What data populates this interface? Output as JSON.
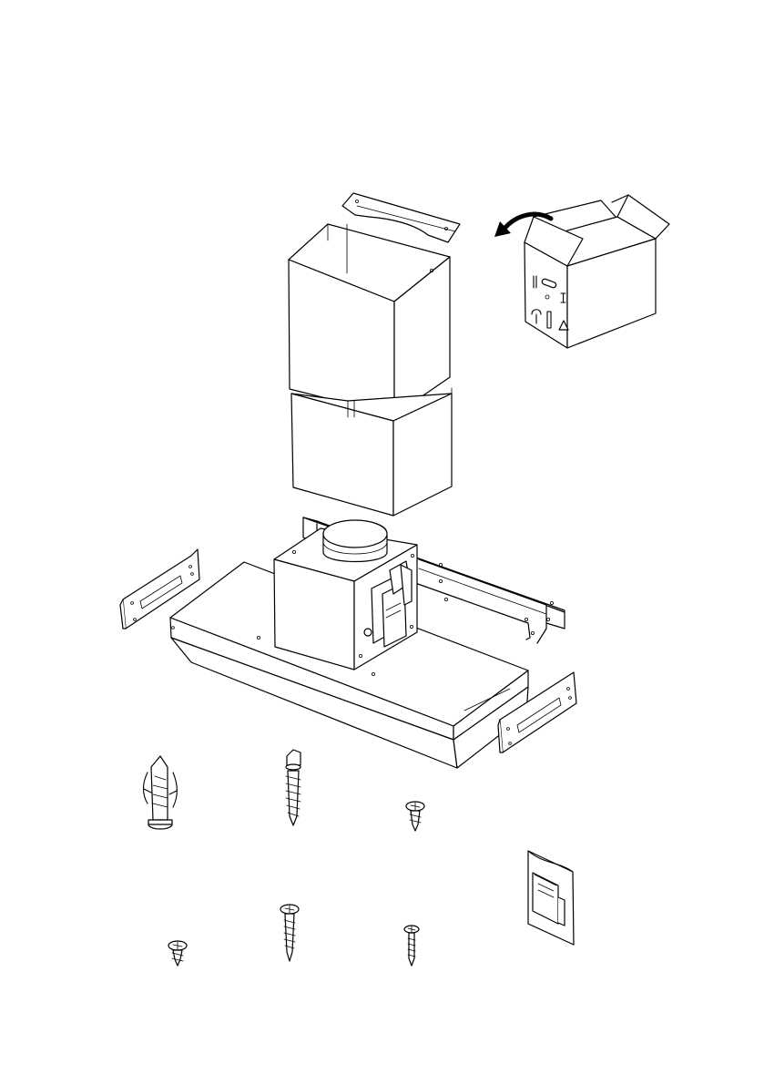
{
  "figure": {
    "kind": "exploded-assembly-drawing",
    "parts": [
      {
        "id": "top-bracket",
        "icon": "chimney-top-bracket"
      },
      {
        "id": "upper-chimney",
        "icon": "chimney-upper-cover"
      },
      {
        "id": "lower-chimney",
        "icon": "chimney-lower-cover"
      },
      {
        "id": "packaging-box",
        "icon": "open-carton-box"
      },
      {
        "id": "hood-body",
        "icon": "range-hood-body"
      },
      {
        "id": "motor-housing",
        "icon": "motor-blower-unit"
      },
      {
        "id": "mounting-frame",
        "icon": "support-frame-rails"
      },
      {
        "id": "left-bracket",
        "icon": "wall-bracket-left"
      },
      {
        "id": "right-bracket",
        "icon": "wall-bracket-right"
      },
      {
        "id": "wall-plug",
        "icon": "wall-anchor-plug"
      },
      {
        "id": "lag-screw",
        "icon": "lag-screw"
      },
      {
        "id": "short-screw-a",
        "icon": "short-pan-screw"
      },
      {
        "id": "short-screw-b",
        "icon": "short-pan-screw"
      },
      {
        "id": "long-screw",
        "icon": "long-wood-screw"
      },
      {
        "id": "medium-screw",
        "icon": "medium-screw"
      },
      {
        "id": "manual-pouch",
        "icon": "instruction-manual-pouch"
      }
    ],
    "line_color": "#000000",
    "background_color": "#ffffff"
  }
}
